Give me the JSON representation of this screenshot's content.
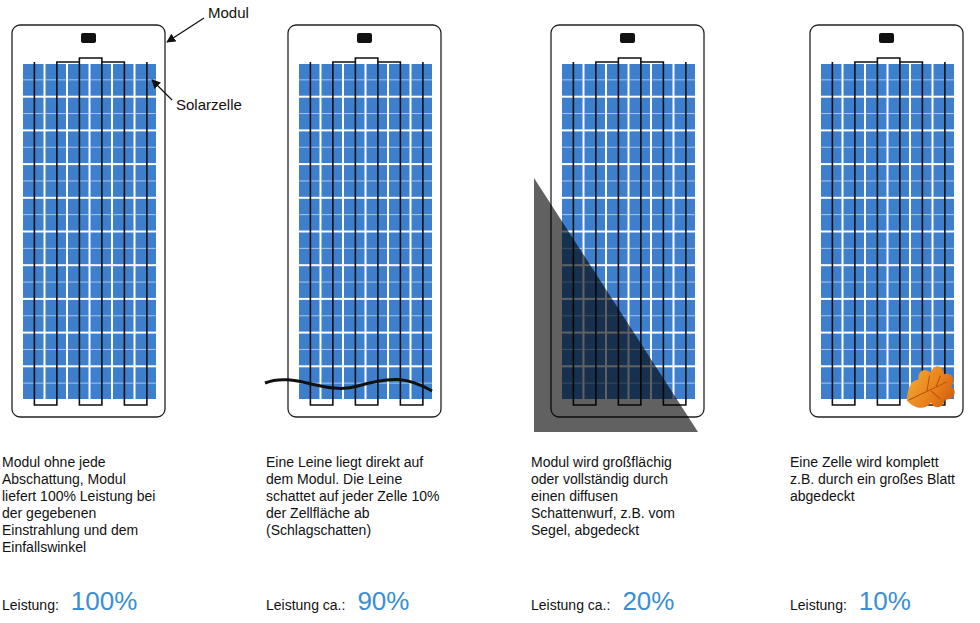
{
  "diagram": {
    "labels": [
      "Modul",
      "Solarzelle",
      "Modul ohne jede Abschattung, Modul liefert 100% Leistung bei der gegebenen Einstrahlung und dem Einfallswinkel",
      "Leistung:",
      "100%",
      "Eine Leine liegt direkt auf dem Modul. Die Leine schattet auf jeder Zelle 10% der Zellfläche ab (Schlagschatten)",
      "Leistung ca.:",
      "90%",
      "Modul wird großflächig oder vollständig durch einen diffusen Schattenwurf, z.B. vom Segel, abgedeckt",
      "Leistung ca.:",
      "20%",
      "Eine Zelle wird komplett z.B. durch ein großes Blatt abgedeckt",
      "Leistung:",
      "10%"
    ]
  }
}
